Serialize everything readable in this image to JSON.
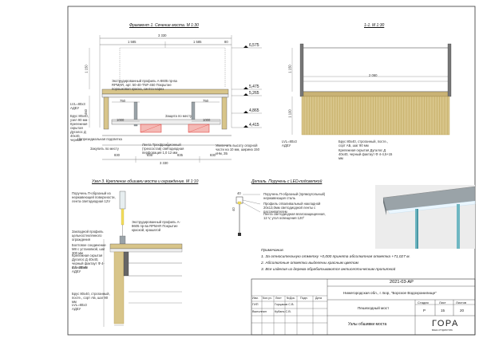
{
  "titles": {
    "fragment1": "Фрагмент 1. Сечение моста. М 1:30",
    "section11": "1-1. М 1:30",
    "node3": "Узел 3. Крепление обшивки моста и ограждение. М 1:10",
    "detail": "Деталь. Поручень с LED-подсветкой"
  },
  "dims": {
    "total_width": "3 330",
    "spans": [
      "1 585",
      "1 585",
      "80"
    ],
    "heights": [
      "1 150",
      "460",
      "2 060",
      "1 100"
    ],
    "inner": [
      "750",
      "750",
      "1000",
      "1000"
    ],
    "bottom_row": [
      "830",
      "835",
      "835",
      "830"
    ],
    "bottom_total": "3 330"
  },
  "levels": [
    "6,575",
    "5,475",
    "5,265",
    "4,865",
    "4,415"
  ],
  "labels": {
    "frag1_profile": "Экструдированный профиль A-8605 пр-ва RPMAR, арт. 50-40-TNF-450 Покрытие порошковая краска, синтез-нарез",
    "frag1_lvl": "LVL=80x3 АДЕУ",
    "frag1_brus": "Брус 80x40, узел 90 мм · Крепежная скрытая Дугалос Д 40x40, черный",
    "frag1_walk": "Непрезидиальная подсветка",
    "frag1_zag": "Закупить по месту",
    "frag1_zash": "Защита по месту",
    "frag1_lenta": "Лента Трехфракционный (трехсостав) светодиодная перфорация 1,0 12 мм",
    "frag1_uvel": "Увеличить высоту опорной части на 10 мм, ширина 150 кНм, 2Б",
    "s11_lvl": "LVL=80x3 АДЕУ",
    "s11_brus": "Брус 80x40, строганный, посте., сорт АБ, шаг 90 мм",
    "s11_krep": "Крепежная скрытая Дугалос Д 40x40, черный фактаут Ф 4-4,5+15 мм",
    "n3_poruch": "Поручень П-образный из нержавеющей поверхности, лента светодиодная 12V",
    "n3_profile": "Экструдированный профиль A-8605 пр-ва RPMAR Покрытие краской, крашатой",
    "n3_zakl": "Закладной профиль цельностеклянного ограждения",
    "n3_bolt": "Болтовое соединение М8 с установкой, шаг 300 мм",
    "n3_krep": "Крепежная скрытая Дугалос Д 40x40, черный фактаут Ф 4-4,5+15 мм",
    "n3_lvl": "LVL=80x3 АДЕУ",
    "n3_brus": "Брус 80x40, строганный, посте., сорт АБ, шаг 90 мм",
    "n3_lvl2": "LVL=80x3 АДЕУ",
    "d_poruch": "Поручень П-образный (прямоугольный) нержавеющая сталь",
    "d_prof": "Профиль отваливальный накладной 20x13,0мм светодиодной ленты с рассеивателем",
    "d_lenta": "Лента светодиодная влагозащищенная, 12 V, угол освещения 120°",
    "d_dim1": "40",
    "d_dim2": "40"
  },
  "notes": {
    "heading": "Примечания.",
    "items": [
      "1. За относительную отметку +0,000 принята абсолютная отметка +71,027 м.",
      "2. Абсолютные отметки выделены красным цветом",
      "3. Все изделия из дерева обрабатываются антисептическим пропиткой"
    ]
  },
  "title_block": {
    "code": "2021-03-АР",
    "address": "Нижегородская обл., г. Бор, \"Борское Водохранилище\"",
    "object": "Пешеходный мост",
    "sheet_title": "Узлы обшивки моста",
    "headers": [
      "Изм.",
      "Кол.уч.",
      "Лист",
      "№Док.",
      "Подп.",
      "Дата"
    ],
    "role1": "ГИП",
    "name1": "Горцаков С.В.",
    "role2": "Выполнил",
    "name2": "Кубань С.В.",
    "stage_hdr": "Стадия",
    "sheet_hdr": "Лист",
    "sheets_hdr": "Листов",
    "stage": "Р",
    "sheet": "15",
    "sheets": "20",
    "company": "ГОРА",
    "company_sub": "ВАША СТУДИЯ ГОРА"
  },
  "colors": {
    "line": "#333333",
    "dim": "#555555",
    "wood": "#d8c58a",
    "wood_line": "#b79b4a",
    "red": "#e0302a",
    "level_box": "#111111",
    "glass": "#6fb7c2",
    "steel": "#9aa3a8"
  }
}
